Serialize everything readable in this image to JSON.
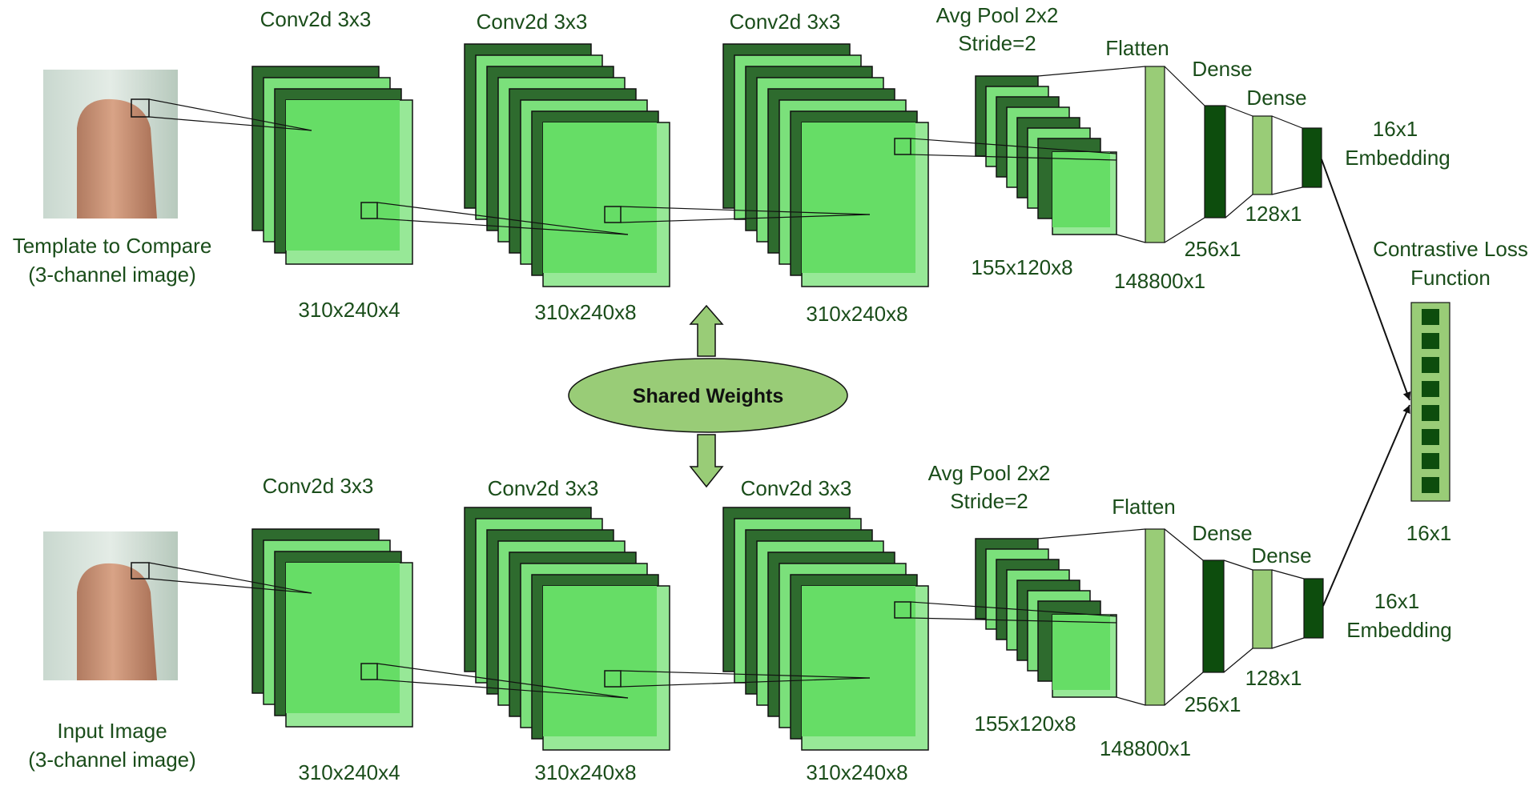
{
  "top": {
    "input_label_line1": "Template to Compare",
    "input_label_line2": "(3-channel image)",
    "conv1_title": "Conv2d 3x3",
    "conv1_dims": "310x240x4",
    "conv2_title": "Conv2d 3x3",
    "conv2_dims": "310x240x8",
    "conv3_title": "Conv2d 3x3",
    "conv3_dims": "310x240x8",
    "pool_title_line1": "Avg Pool 2x2",
    "pool_title_line2": "Stride=2",
    "pool_dims": "155x120x8",
    "flatten_title": "Flatten",
    "flatten_dims": "148800x1",
    "dense1_title": "Dense",
    "dense1_dims": "256x1",
    "dense2_title": "Dense",
    "dense2_dims": "128x1",
    "embedding_line1": "16x1",
    "embedding_line2": "Embedding"
  },
  "bottom": {
    "input_label_line1": "Input Image",
    "input_label_line2": "(3-channel image)",
    "conv1_title": "Conv2d 3x3",
    "conv1_dims": "310x240x4",
    "conv2_title": "Conv2d 3x3",
    "conv2_dims": "310x240x8",
    "conv3_title": "Conv2d 3x3",
    "conv3_dims": "310x240x8",
    "pool_title_line1": "Avg Pool 2x2",
    "pool_title_line2": "Stride=2",
    "pool_dims": "155x120x8",
    "flatten_title": "Flatten",
    "flatten_dims": "148800x1",
    "dense1_title": "Dense",
    "dense1_dims": "256x1",
    "dense2_title": "Dense",
    "dense2_dims": "128x1",
    "embedding_line1": "16x1",
    "embedding_line2": "Embedding"
  },
  "shared_weights_label": "Shared Weights",
  "loss": {
    "title_line1": "Contrastive Loss",
    "title_line2": "Function",
    "dims": "16x1"
  },
  "colors": {
    "dark_green": "#2e6b2e",
    "mid_green": "#7be07b",
    "light_green": "#97e897",
    "front_green": "#66dd66",
    "flatten_green": "#99cc77",
    "dense_dark": "#0d4d0d",
    "ellipse_fill": "#99cc77",
    "text": "#1a4d1a",
    "skin": "#cf9a7e",
    "photo_bg": "#d8e2dc"
  }
}
